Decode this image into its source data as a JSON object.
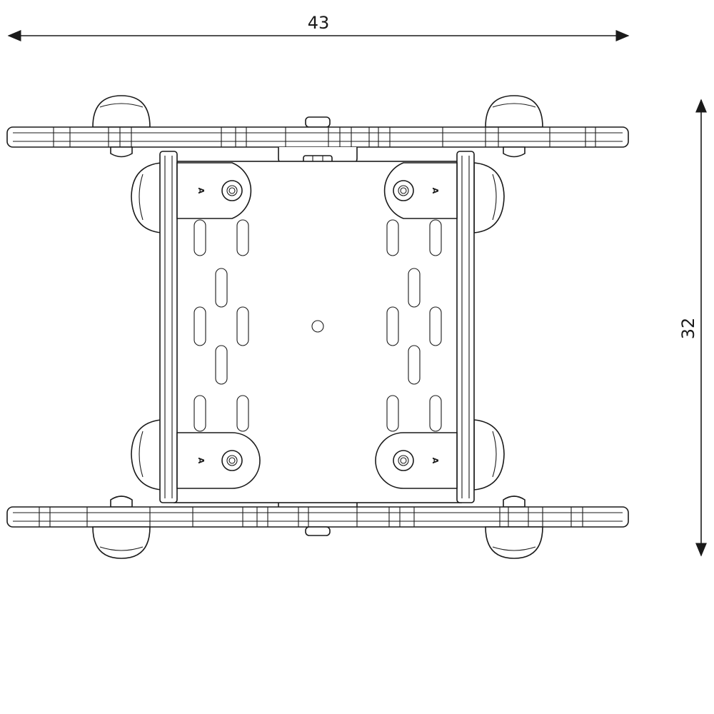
{
  "dimensions": {
    "width_value": "43",
    "height_value": "32"
  },
  "bracket_marks": {
    "top_left": "A",
    "top_right": "A",
    "bottom_left": "A",
    "bottom_right": "A"
  }
}
